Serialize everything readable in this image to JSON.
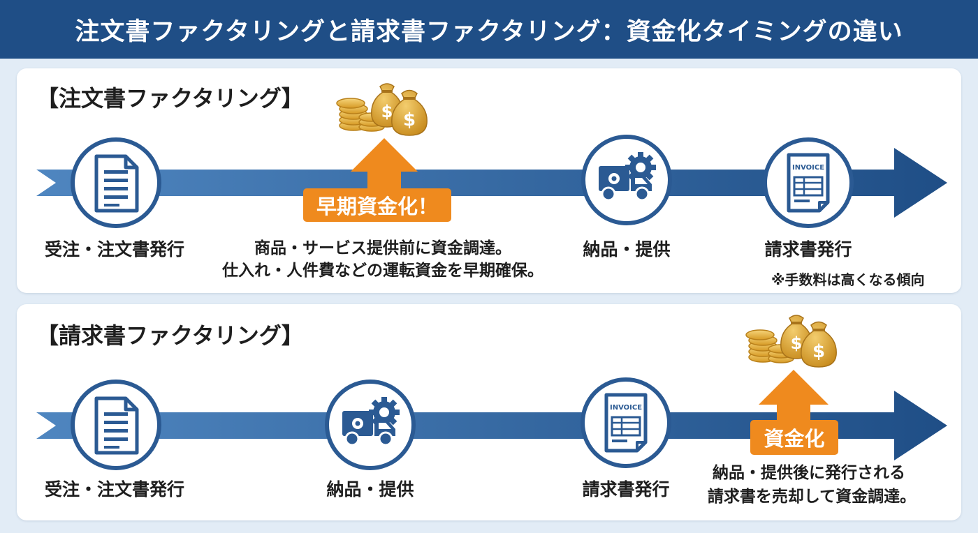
{
  "title": "注文書ファクタリングと請求書ファクタリング：資金化タイミングの違い",
  "colors": {
    "header": "#1f4e86",
    "arrow": "#2e5f96",
    "accent": "#ef8a1e",
    "gold": "#e4ad3a"
  },
  "sections": [
    {
      "title": "【注文書ファクタリング】",
      "steps": [
        "受注・注文書発行",
        "納品・提供",
        "請求書発行"
      ],
      "funding_badge": "早期資金化！",
      "funding_description": [
        "商品・サービス提供前に資金調達。",
        "仕入れ・人件費などの運転資金を早期確保。"
      ],
      "note": "※手数料は高くなる傾向",
      "icons": [
        "document-icon",
        "money-bags-icon",
        "delivery-truck-icon",
        "invoice-icon"
      ],
      "invoice_icon_text": "INVOICE"
    },
    {
      "title": "【請求書ファクタリング】",
      "steps": [
        "受注・注文書発行",
        "納品・提供",
        "請求書発行"
      ],
      "funding_badge": "資金化",
      "funding_description": [
        "納品・提供後に発行される",
        "請求書を売却して資金調達。"
      ],
      "icons": [
        "document-icon",
        "delivery-truck-icon",
        "invoice-icon",
        "money-bags-icon"
      ],
      "invoice_icon_text": "INVOICE"
    }
  ]
}
